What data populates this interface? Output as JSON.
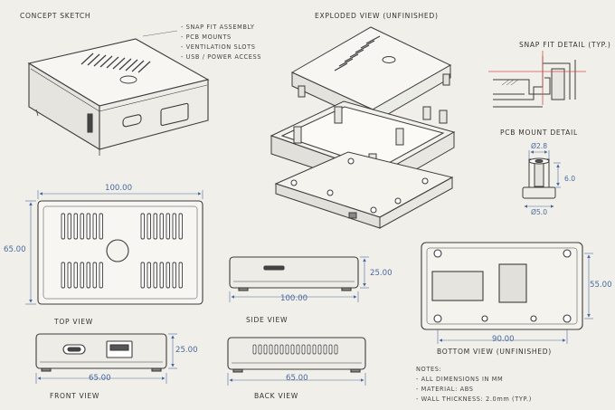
{
  "titles": {
    "concept": "CONCEPT SKETCH",
    "exploded": "EXPLODED VIEW (UNFINISHED)",
    "snapfit": "SNAP FIT DETAIL (TYP.)",
    "pcbmount": "PCB MOUNT DETAIL",
    "top": "TOP VIEW",
    "side": "SIDE VIEW",
    "front": "FRONT VIEW",
    "back": "BACK VIEW",
    "bottom": "BOTTOM VIEW (UNFINISHED)"
  },
  "features": [
    "- SNAP FIT ASSEMBLY",
    "- PCB MOUNTS",
    "- VENTILATION SLOTS",
    "- USB / POWER ACCESS"
  ],
  "dims": {
    "top_w": "100.00",
    "top_h": "65.00",
    "side_w": "100.00",
    "side_h": "25.00",
    "front_w": "65.00",
    "front_h": "25.00",
    "back_w": "65.00",
    "bottom_w": "90.00",
    "bottom_h": "55.00",
    "pcb_hole": "Ø2.8",
    "pcb_h": "6.0",
    "pcb_d": "Ø5.0"
  },
  "notes": {
    "heading": "NOTES:",
    "items": [
      "- ALL DIMENSIONS IN MM",
      "- MATERIAL: ABS",
      "- WALL THICKNESS: 2.0mm (TYP.)"
    ]
  },
  "colors": {
    "paper": "#f1efe9",
    "line": "#3c3c3c",
    "dimension": "#4a6aa0",
    "detail_red": "#d05050"
  }
}
